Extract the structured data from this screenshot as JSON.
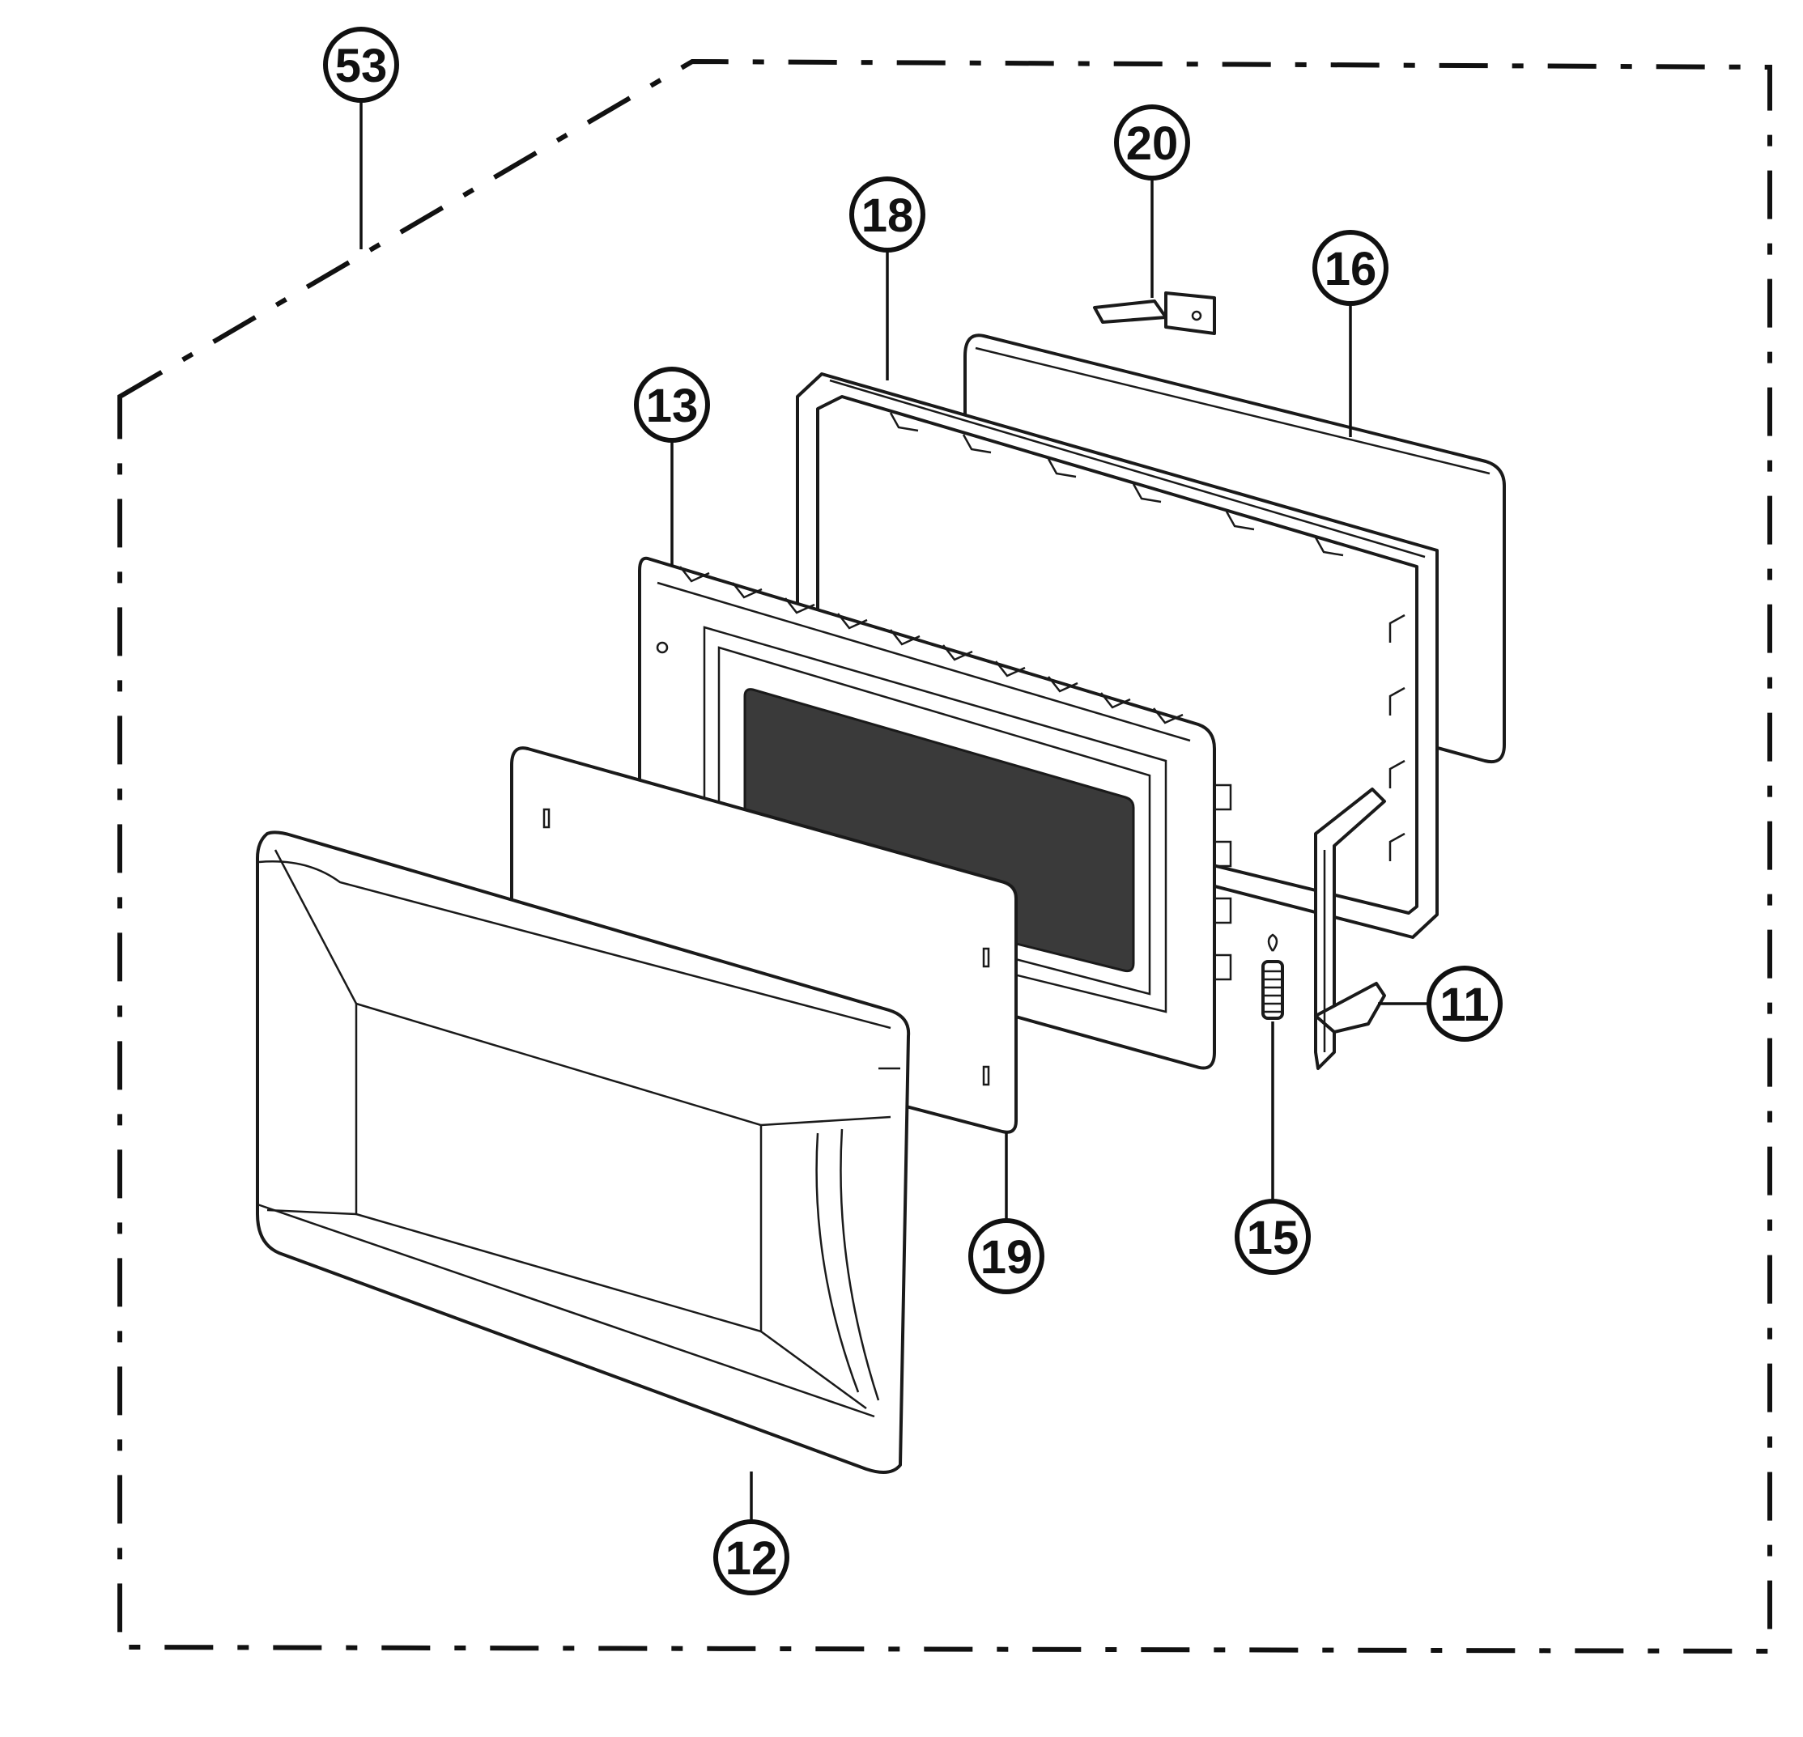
{
  "callouts": [
    {
      "id": "53",
      "label": "53"
    },
    {
      "id": "20",
      "label": "20"
    },
    {
      "id": "18",
      "label": "18"
    },
    {
      "id": "16",
      "label": "16"
    },
    {
      "id": "13",
      "label": "13"
    },
    {
      "id": "11",
      "label": "11"
    },
    {
      "id": "19",
      "label": "19"
    },
    {
      "id": "15",
      "label": "15"
    },
    {
      "id": "12",
      "label": "12"
    }
  ],
  "colors": {
    "ink": "#111111",
    "paper": "#ffffff",
    "mesh": "#3a3a3a"
  }
}
